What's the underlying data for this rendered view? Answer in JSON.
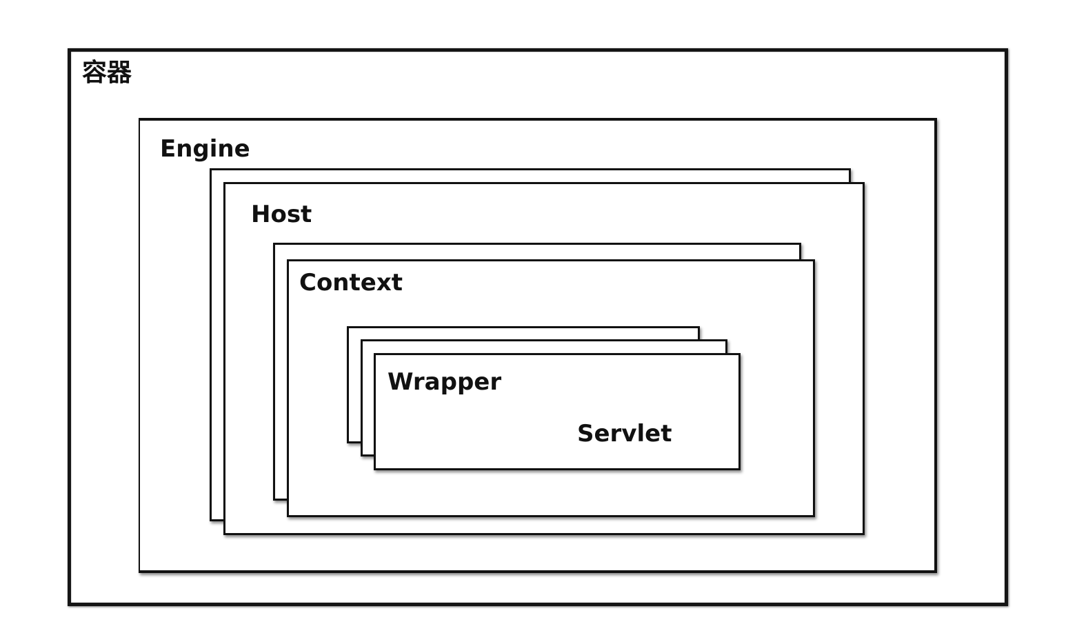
{
  "diagram": {
    "container_label": "容器",
    "engine_label": "Engine",
    "host_label": "Host",
    "context_label": "Context",
    "wrapper_label": "Wrapper",
    "servlet_label": "Servlet"
  }
}
